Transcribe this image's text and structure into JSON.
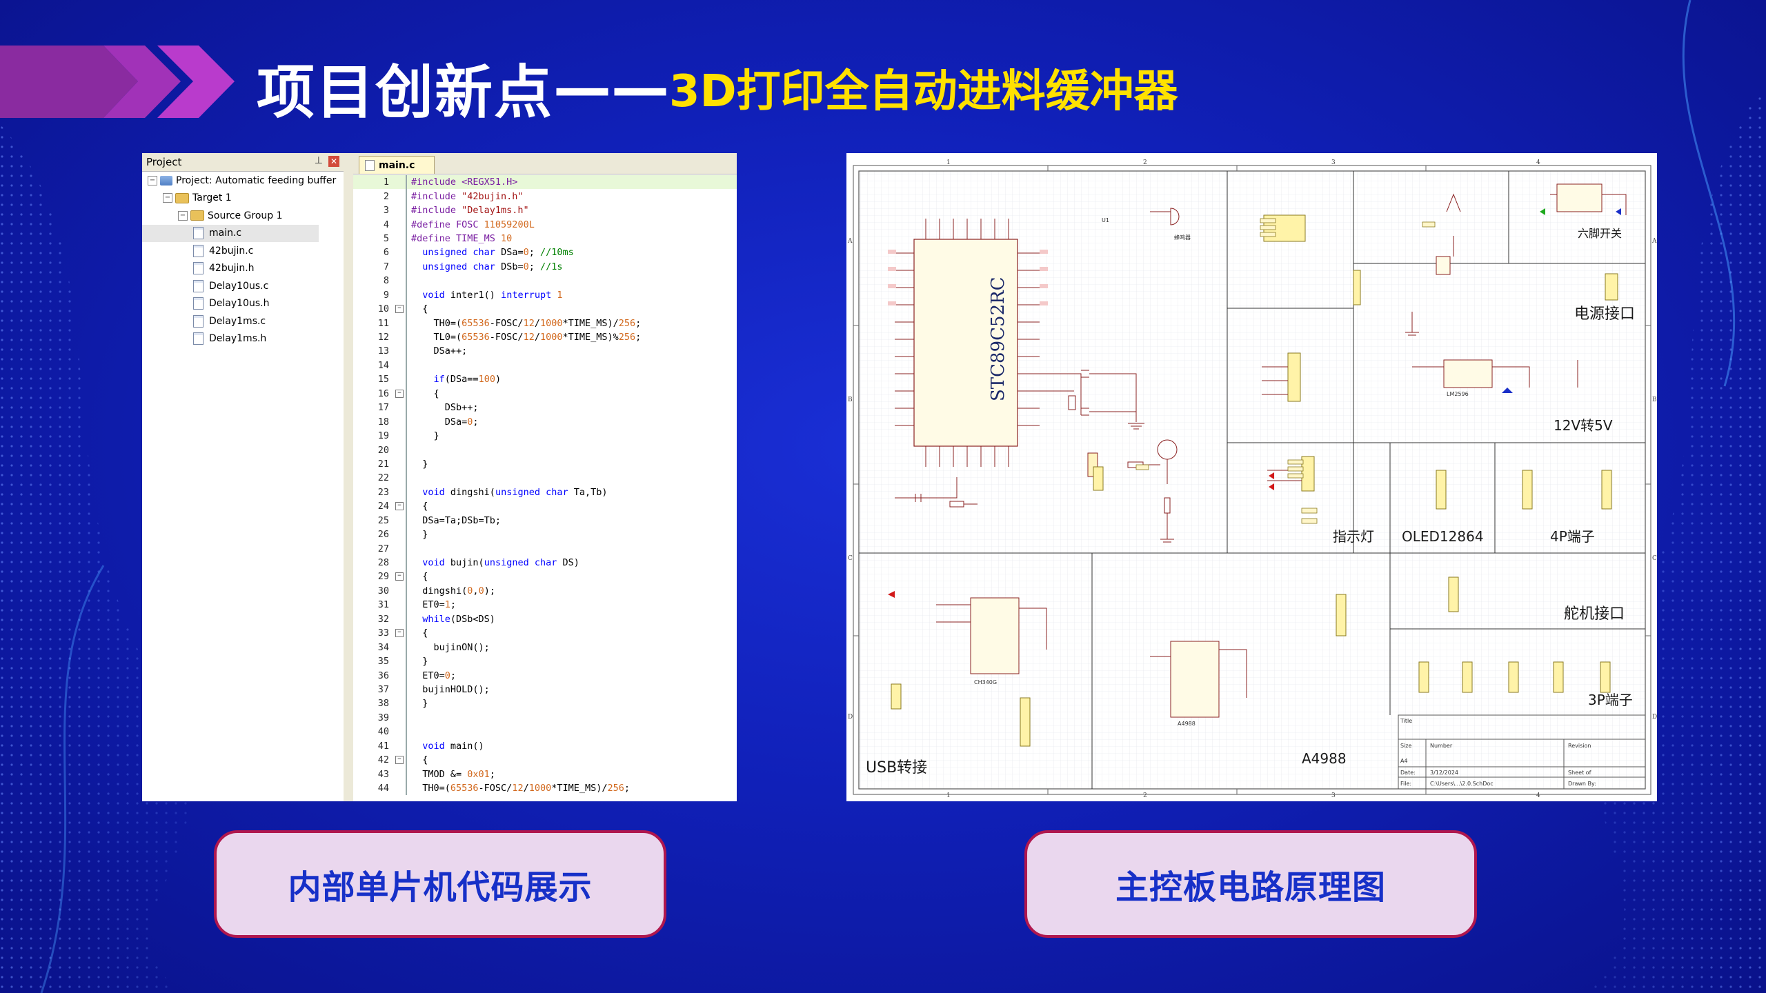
{
  "slide": {
    "title_main": "项目创新点",
    "title_dash": "——",
    "title_sub": "3D打印全自动进料缓冲器"
  },
  "ide": {
    "project_panel_title": "Project",
    "tree": [
      {
        "label": "Project: Automatic feeding buffer",
        "level": 0,
        "type": "project",
        "toggle": "⊟"
      },
      {
        "label": "Target 1",
        "level": 1,
        "type": "folder",
        "toggle": "⊟"
      },
      {
        "label": "Source Group 1",
        "level": 2,
        "type": "folder",
        "toggle": "⊟"
      },
      {
        "label": "main.c",
        "level": 3,
        "type": "file",
        "selected": true
      },
      {
        "label": "42bujin.c",
        "level": 3,
        "type": "file"
      },
      {
        "label": "42bujin.h",
        "level": 3,
        "type": "file"
      },
      {
        "label": "Delay10us.c",
        "level": 3,
        "type": "file"
      },
      {
        "label": "Delay10us.h",
        "level": 3,
        "type": "file"
      },
      {
        "label": "Delay1ms.c",
        "level": 3,
        "type": "file"
      },
      {
        "label": "Delay1ms.h",
        "level": 3,
        "type": "file"
      }
    ],
    "active_tab": "main.c",
    "code_lines": [
      {
        "n": "1",
        "html": "<span class='pp'>#include &lt;REGX51.H&gt;</span>",
        "hl": true
      },
      {
        "n": "2",
        "html": "<span class='pp'>#include </span><span class='s'>\"42bujin.h\"</span>"
      },
      {
        "n": "3",
        "html": "<span class='pp'>#include </span><span class='s'>\"Delay1ms.h\"</span>"
      },
      {
        "n": "4",
        "html": "<span class='pp'>#define FOSC </span><span class='n'>11059200L</span>"
      },
      {
        "n": "5",
        "html": "<span class='pp'>#define TIME_MS </span><span class='n'>10</span>"
      },
      {
        "n": "6",
        "html": "  <span class='k'>unsigned char</span> DSa=<span class='n'>0</span>; <span class='c'>//10ms</span>"
      },
      {
        "n": "7",
        "html": "  <span class='k'>unsigned char</span> DSb=<span class='n'>0</span>; <span class='c'>//1s</span>"
      },
      {
        "n": "8",
        "html": ""
      },
      {
        "n": "9",
        "html": "  <span class='k'>void</span> inter1() <span class='k'>interrupt</span> <span class='n'>1</span>"
      },
      {
        "n": "10",
        "html": "  {",
        "fold": "-"
      },
      {
        "n": "11",
        "html": "    TH0=(<span class='n'>65536</span>-FOSC/<span class='n'>12</span>/<span class='n'>1000</span>*TIME_MS)/<span class='n'>256</span>;"
      },
      {
        "n": "12",
        "html": "    TL0=(<span class='n'>65536</span>-FOSC/<span class='n'>12</span>/<span class='n'>1000</span>*TIME_MS)%<span class='n'>256</span>;"
      },
      {
        "n": "13",
        "html": "    DSa++;"
      },
      {
        "n": "14",
        "html": ""
      },
      {
        "n": "15",
        "html": "    <span class='k'>if</span>(DSa==<span class='n'>100</span>)"
      },
      {
        "n": "16",
        "html": "    {",
        "fold": "-"
      },
      {
        "n": "17",
        "html": "      DSb++;"
      },
      {
        "n": "18",
        "html": "      DSa=<span class='n'>0</span>;"
      },
      {
        "n": "19",
        "html": "    }"
      },
      {
        "n": "20",
        "html": ""
      },
      {
        "n": "21",
        "html": "  }"
      },
      {
        "n": "22",
        "html": ""
      },
      {
        "n": "23",
        "html": "  <span class='k'>void</span> dingshi(<span class='k'>unsigned char</span> Ta,Tb)"
      },
      {
        "n": "24",
        "html": "  {",
        "fold": "-"
      },
      {
        "n": "25",
        "html": "  DSa=Ta;DSb=Tb;"
      },
      {
        "n": "26",
        "html": "  }"
      },
      {
        "n": "27",
        "html": ""
      },
      {
        "n": "28",
        "html": "  <span class='k'>void</span> bujin(<span class='k'>unsigned char</span> DS)"
      },
      {
        "n": "29",
        "html": "  {",
        "fold": "-"
      },
      {
        "n": "30",
        "html": "  dingshi(<span class='n'>0</span>,<span class='n'>0</span>);"
      },
      {
        "n": "31",
        "html": "  ET0=<span class='n'>1</span>;"
      },
      {
        "n": "32",
        "html": "  <span class='k'>while</span>(DSb&lt;DS)"
      },
      {
        "n": "33",
        "html": "  {",
        "fold": "-"
      },
      {
        "n": "34",
        "html": "    bujinON();"
      },
      {
        "n": "35",
        "html": "  }"
      },
      {
        "n": "36",
        "html": "  ET0=<span class='n'>0</span>;"
      },
      {
        "n": "37",
        "html": "  bujinHOLD();"
      },
      {
        "n": "38",
        "html": "  }"
      },
      {
        "n": "39",
        "html": ""
      },
      {
        "n": "40",
        "html": ""
      },
      {
        "n": "41",
        "html": "  <span class='k'>void</span> main()"
      },
      {
        "n": "42",
        "html": "  {",
        "fold": "-"
      },
      {
        "n": "43",
        "html": "  TMOD &amp;= <span class='n'>0x01</span>;"
      },
      {
        "n": "44",
        "html": "  TH0=(<span class='n'>65536</span>-FOSC/<span class='n'>12</span>/<span class='n'>1000</span>*TIME_MS)/<span class='n'>256</span>;"
      }
    ]
  },
  "schematic": {
    "mcu_part": "STC89C52RC",
    "section_labels": {
      "power_port": "电源接口",
      "six_pin_switch": "六脚开关",
      "buck": "12V转5V",
      "indicator": "指示灯",
      "oled": "OLED12864",
      "four_pin": "4P端子",
      "servo": "舵机接口",
      "three_pin": "3P端子",
      "usb": "USB转接",
      "driver": "A4988"
    },
    "chip_labels": {
      "u_usb": "CH340G",
      "u_drv": "A4988",
      "u_reg": "LM2596",
      "u_mcu_ref": "U1",
      "buzzer": "蜂鸣器"
    },
    "border_numbers": [
      "1",
      "2",
      "3",
      "4"
    ],
    "border_letters": [
      "A",
      "B",
      "C",
      "D"
    ],
    "title_block": {
      "title": "Title",
      "size": "Size",
      "size_val": "A4",
      "number": "Number",
      "revision": "Revision",
      "date": "Date:",
      "date_val": "3/12/2024",
      "file": "File:",
      "file_val": "C:\\Users\\...\\2.0.SchDoc",
      "sheet": "Sheet   of",
      "drawn": "Drawn By:"
    }
  },
  "captions": {
    "left": "内部单片机代码展示",
    "right": "主控板电路原理图"
  },
  "colors": {
    "title_accent": "#ffe100",
    "pill_border": "#b0174e",
    "pill_bg": "#ead7ee",
    "pill_text": "#1730c8"
  }
}
